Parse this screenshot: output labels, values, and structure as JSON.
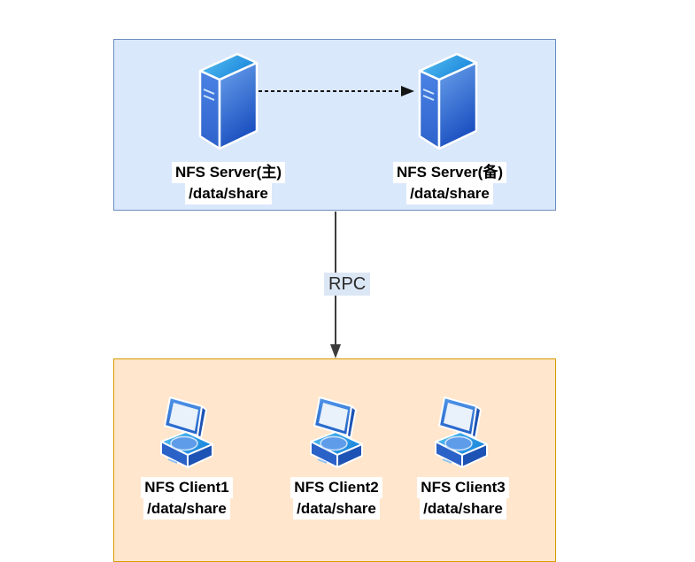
{
  "server_group": {
    "nodes": [
      {
        "label": "NFS Server(主)",
        "path": "/data/share"
      },
      {
        "label": "NFS Server(备)",
        "path": "/data/share"
      }
    ]
  },
  "rpc_edge": {
    "label": "RPC"
  },
  "client_group": {
    "nodes": [
      {
        "label": "NFS Client1",
        "path": "/data/share"
      },
      {
        "label": "NFS Client2",
        "path": "/data/share"
      },
      {
        "label": "NFS Client3",
        "path": "/data/share"
      }
    ]
  },
  "icons": {
    "server": "server-tower-icon",
    "client": "workstation-icon"
  },
  "colors": {
    "server_group_fill": "#dae8fc",
    "server_group_border": "#6c8ebf",
    "client_group_fill": "#ffe6cc",
    "client_group_border": "#d79b00",
    "icon_blue_light": "#55c0f2",
    "icon_blue_dark": "#1a4fc0",
    "label_background": "#ffffff",
    "rpc_label_background": "#dce7f5",
    "arrow_color": "#3c3c3c"
  }
}
